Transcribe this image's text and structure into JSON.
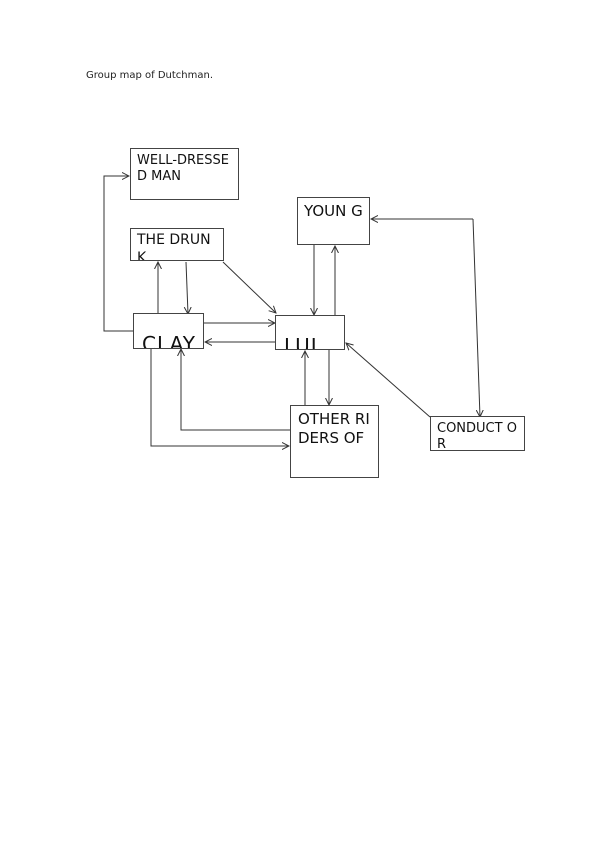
{
  "page": {
    "title": "Group map of Dutchman."
  },
  "boxes": {
    "well_dressed_man": "WELL-DRESSED MAN",
    "the_drunk": "THE DRUNK",
    "young": "YOUN G",
    "clay": "CLAY",
    "lula": "LULA",
    "other_riders": "OTHER RIDERS OF",
    "conductor": "CONDUCT OR"
  }
}
